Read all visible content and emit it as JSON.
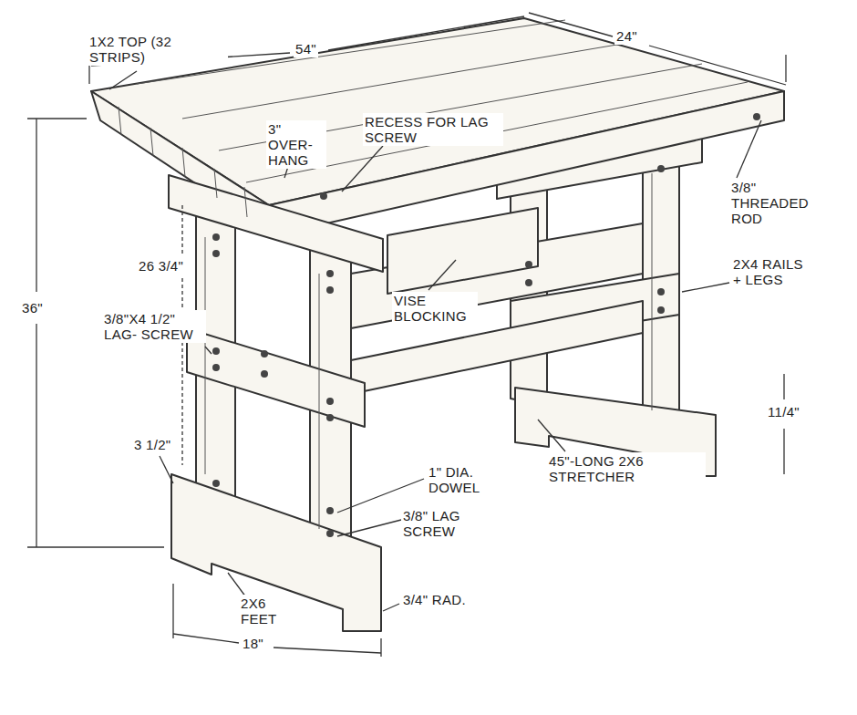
{
  "diagram": {
    "labels": [
      "1X2 TOP (32 STRIPS)",
      "54\"",
      "24\"",
      "3\" OVER- HANG",
      "RECESS FOR LAG SCREW",
      "3/8\" THREADED ROD",
      "2X4 RAILS + LEGS",
      "VISE BLOCKING",
      "36\"",
      "26 3/4\"",
      "3/8\"X4 1/2\" LAG- SCREW",
      "3 1/2\"",
      "1\" DIA. DOWEL",
      "3/8\" LAG SCREW",
      "45\"-LONG 2X6 STRETCHER",
      "11/4\"",
      "2X6 FEET",
      "18\"",
      "3/4\" RAD."
    ]
  }
}
